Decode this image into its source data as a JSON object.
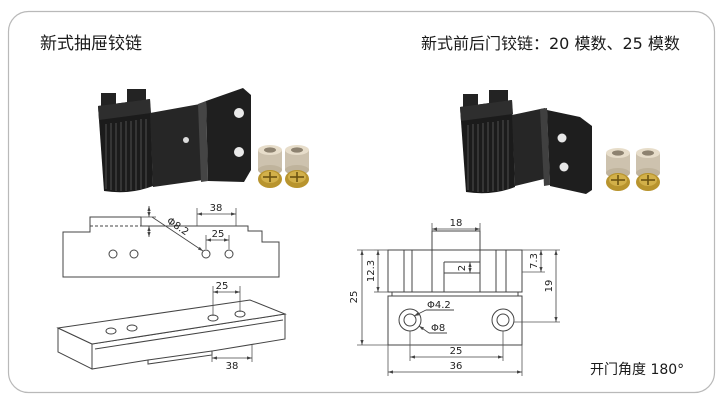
{
  "colors": {
    "card_border": "#b9b9b9",
    "hinge_black": "#1b1b1b",
    "drawing_line": "#444444",
    "screw_cap": "#cdc2ae",
    "screw_gold": "#b8942e"
  },
  "drawer_hinge": {
    "title": "新式抽屉铰链",
    "profile_drawing": {
      "width_dim": "38",
      "hole_diameter_dim": "Φ8.2",
      "hole_spacing_dim": "25"
    },
    "plate_drawing": {
      "hole_spacing_dim": "25",
      "width_dim": "38"
    }
  },
  "door_hinge": {
    "title": "新式前后门铰链：20 模数、25 模数",
    "front_drawing": {
      "knuckle_width_dim": "18",
      "gap_dim": "2",
      "band_height_dim": "12.3",
      "overall_height_dim": "25",
      "top_offset_dim": "7.3",
      "side_height_dim": "19",
      "inner_hole_dim": "Φ4.2",
      "outer_hole_dim": "Φ8",
      "hole_spacing_dim": "25",
      "overall_width_dim": "36"
    },
    "opening_angle": "开门角度 180°"
  }
}
